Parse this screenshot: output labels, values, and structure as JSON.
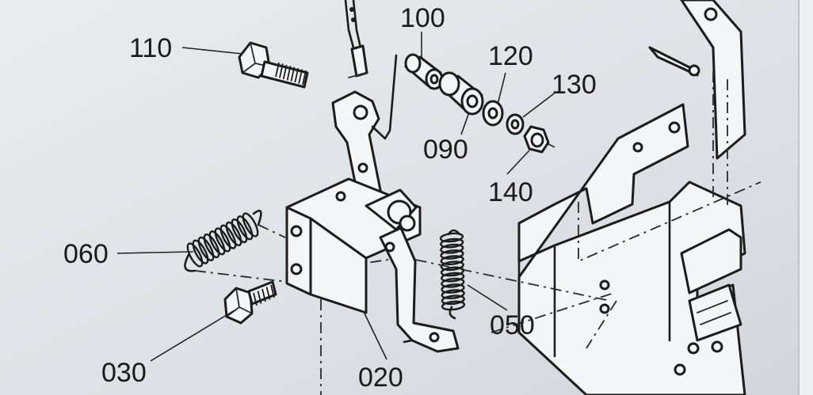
{
  "callouts": [
    {
      "id": "110",
      "text": "110"
    },
    {
      "id": "100",
      "text": "100"
    },
    {
      "id": "120",
      "text": "120"
    },
    {
      "id": "130",
      "text": "130"
    },
    {
      "id": "090",
      "text": "090"
    },
    {
      "id": "140",
      "text": "140"
    },
    {
      "id": "060",
      "text": "060"
    },
    {
      "id": "050",
      "text": "050"
    },
    {
      "id": "030",
      "text": "030"
    },
    {
      "id": "020",
      "text": "020"
    }
  ],
  "colors": {
    "background": "#e4e6e9",
    "ink": "#1c1c1c",
    "bezel": "#eef0f2"
  }
}
